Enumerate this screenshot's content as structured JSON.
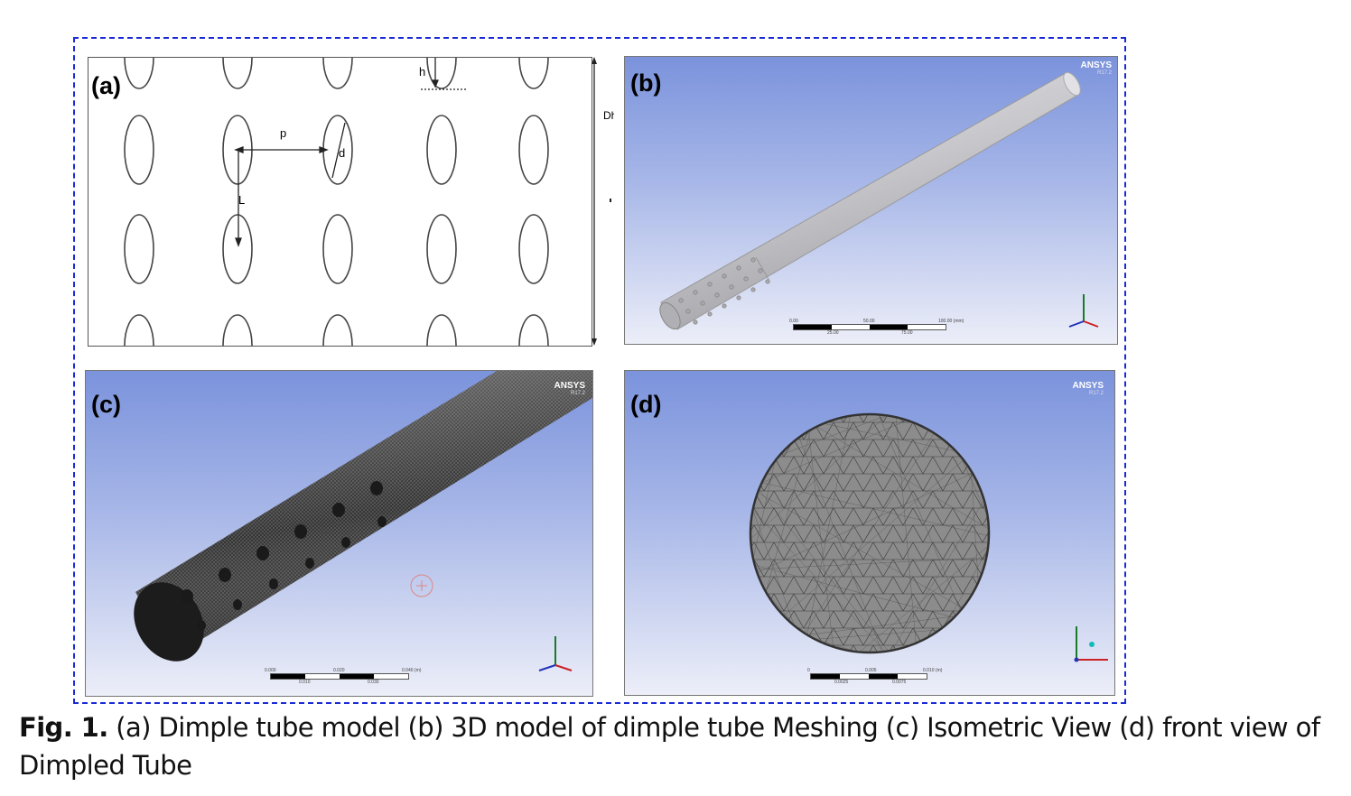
{
  "panels": {
    "a": {
      "label": "(a)",
      "annotations": {
        "h": "h",
        "p": "p",
        "d": "d",
        "L": "L",
        "Dh": "Dh"
      }
    },
    "b": {
      "label": "(b)",
      "brand": "ANSYS",
      "version": "R17.2",
      "scale": {
        "top": [
          "0.00",
          "50.00",
          "100.00 (mm)"
        ],
        "bottom": [
          "25.00",
          "75.00"
        ]
      }
    },
    "c": {
      "label": "(c)",
      "brand": "ANSYS",
      "version": "R17.2",
      "scale": {
        "top": [
          "0.000",
          "0.020",
          "0.040 (m)"
        ],
        "bottom": [
          "0.010",
          "0.030"
        ]
      }
    },
    "d": {
      "label": "(d)",
      "brand": "ANSYS",
      "version": "R17.2",
      "scale": {
        "top": [
          "0",
          "0.005",
          "0.010 (m)"
        ],
        "bottom": [
          "0.0025",
          "0.0075"
        ]
      }
    }
  },
  "caption": {
    "prefix": "Fig. 1.",
    "text": " (a) Dimple tube model (b) 3D model of dimple tube Meshing (c) Isometric View (d) front view of Dimpled Tube"
  }
}
